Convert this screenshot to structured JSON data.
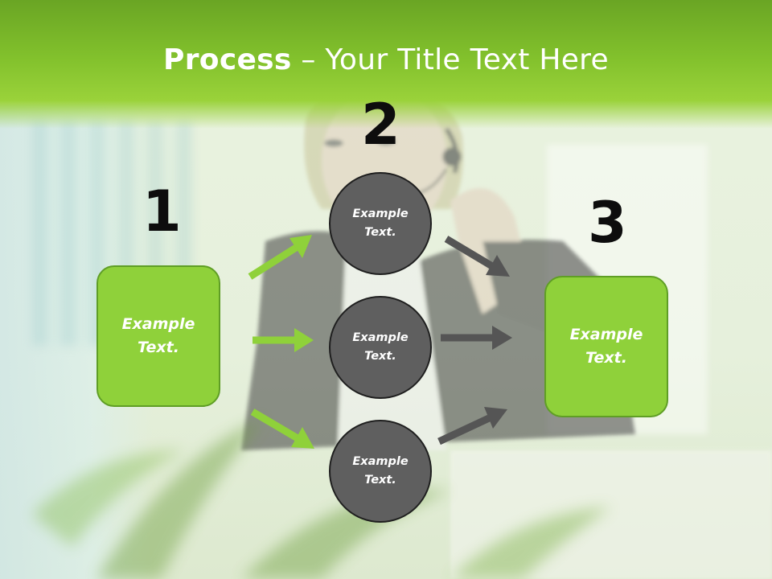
{
  "slide": {
    "title_bold": "Process",
    "title_rest": " – Your Title Text Here",
    "numbers": [
      "1",
      "2",
      "3"
    ],
    "left_box": "Example Text.",
    "right_box": "Example Text.",
    "circles": [
      "Example Text.",
      "Example Text.",
      "Example Text."
    ]
  },
  "colors": {
    "header_green": "#82c12c",
    "box_green": "#8fd13a",
    "circle_gray": "#5f5f5f",
    "arrow_green": "#8fd13a",
    "arrow_gray": "#555555"
  }
}
